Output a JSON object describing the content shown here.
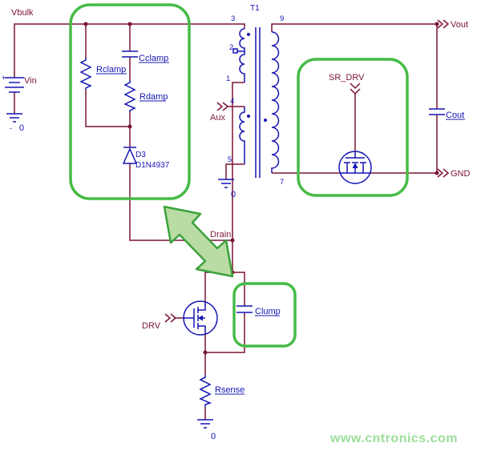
{
  "labels": {
    "vbulk": "Vbulk",
    "vin": "Vin",
    "vout": "Vout",
    "gnd": "GND",
    "drain": "Drain",
    "drv": "DRV",
    "sr_drv": "SR_DRV",
    "aux": "Aux",
    "gnd_zero_left": "0",
    "gnd_zero_aux": "0",
    "gnd_zero_bottom": "0",
    "plus": "+",
    "minus": "-"
  },
  "components": {
    "transformer_ref": "T1",
    "rclamp": "Rclamp",
    "cclamp": "Cclamp",
    "rdamp": "Rdamp",
    "diode_ref": "D3",
    "diode_value": "D1N4937",
    "clump": "Clump",
    "cout": "Cout",
    "rsense": "Rsense"
  },
  "pins": {
    "pin3": "3",
    "pin9": "9",
    "pin2": "2",
    "pin1": "1",
    "pin4": "4",
    "pin5": "5",
    "pin7": "7"
  },
  "watermark": "www.cntronics.com",
  "colors": {
    "wire_maroon": "#7b1533",
    "component_blue": "#1414b4",
    "highlight_green": "#46bb46",
    "arrow_fill_green": "#b8dca4",
    "watermark_green": "#9ade9a",
    "background": "#ffffff"
  }
}
